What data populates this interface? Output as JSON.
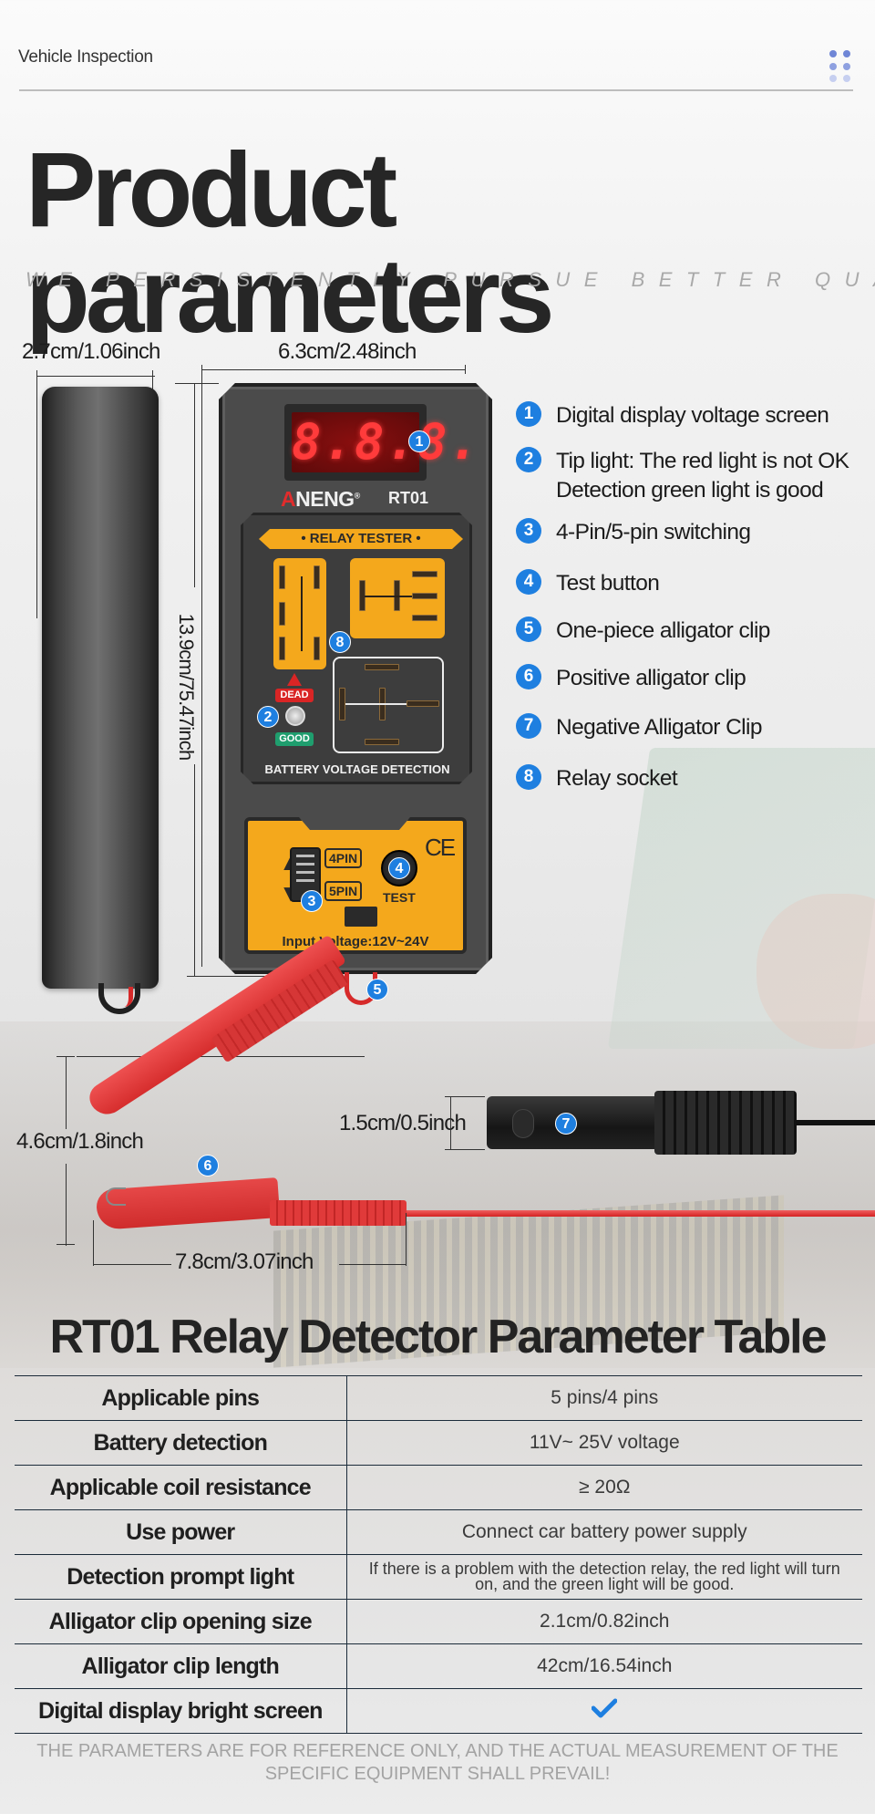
{
  "header": {
    "title": "Vehicle Inspection",
    "menu_icon": "grid-dots-icon"
  },
  "hero": {
    "title": "Product parameters",
    "tagline": "WE PERSISTENTLY PURSUE BETTER QUALITY"
  },
  "dimensions": {
    "side_width": "2.7cm/1.06inch",
    "front_width": "6.3cm/2.48inch",
    "height": "13.9cm/75.47inch",
    "clip_height": "4.6cm/1.8inch",
    "clip_length": "7.8cm/3.07inch",
    "black_clip_height": "1.5cm/0.5inch"
  },
  "device": {
    "display_value": "8.8.8.",
    "brand_first": "A",
    "brand_rest": "NENG",
    "brand_mark": "®",
    "model": "RT01",
    "banner": "• RELAY TESTER •",
    "dead_label": "DEAD",
    "good_label": "GOOD",
    "battery_detection": "BATTERY VOLTAGE DETECTION",
    "pin4_label": "4PIN",
    "pin5_label": "5PIN",
    "test_label": "TEST",
    "ce_mark": "CE",
    "input_voltage": "Input Voltage:12V~24V"
  },
  "callouts": [
    "1",
    "2",
    "3",
    "4",
    "5",
    "6",
    "7",
    "8"
  ],
  "features": [
    {
      "num": "1",
      "text": "Digital display voltage screen"
    },
    {
      "num": "2",
      "text": "Tip light: The red light is not OK",
      "text2": "Detection green light is good"
    },
    {
      "num": "3",
      "text": "4-Pin/5-pin switching"
    },
    {
      "num": "4",
      "text": "Test button"
    },
    {
      "num": "5",
      "text": "One-piece alligator clip"
    },
    {
      "num": "6",
      "text": "Positive alligator clip"
    },
    {
      "num": "7",
      "text": "Negative Alligator Clip"
    },
    {
      "num": "8",
      "text": "Relay socket"
    }
  ],
  "table": {
    "title": "RT01 Relay Detector Parameter Table",
    "rows": [
      {
        "key": "Applicable pins",
        "value": "5 pins/4 pins"
      },
      {
        "key": "Battery detection",
        "value": "11V~ 25V voltage"
      },
      {
        "key": "Applicable coil resistance",
        "value": "≥ 20Ω"
      },
      {
        "key": "Use power",
        "value": "Connect car battery power supply"
      },
      {
        "key": "Detection prompt light",
        "value": "If there is a problem with the detection relay, the red light will turn on, and the green light will be good."
      },
      {
        "key": "Alligator clip opening size",
        "value": "2.1cm/0.82inch"
      },
      {
        "key": "Alligator clip length",
        "value": "42cm/16.54inch"
      },
      {
        "key": "Digital display bright screen",
        "value": "check-icon"
      }
    ]
  },
  "disclaimer": "THE PARAMETERS ARE FOR REFERENCE ONLY, AND THE ACTUAL MEASUREMENT OF THE SPECIFIC EQUIPMENT SHALL PREVAIL!",
  "colors": {
    "accent_blue": "#1e7fe0",
    "device_orange": "#f4a81c",
    "clip_red": "#d62d2d",
    "dead_red": "#d92525",
    "good_green": "#1f9e6e",
    "menu_dots": "#6f86d6"
  }
}
